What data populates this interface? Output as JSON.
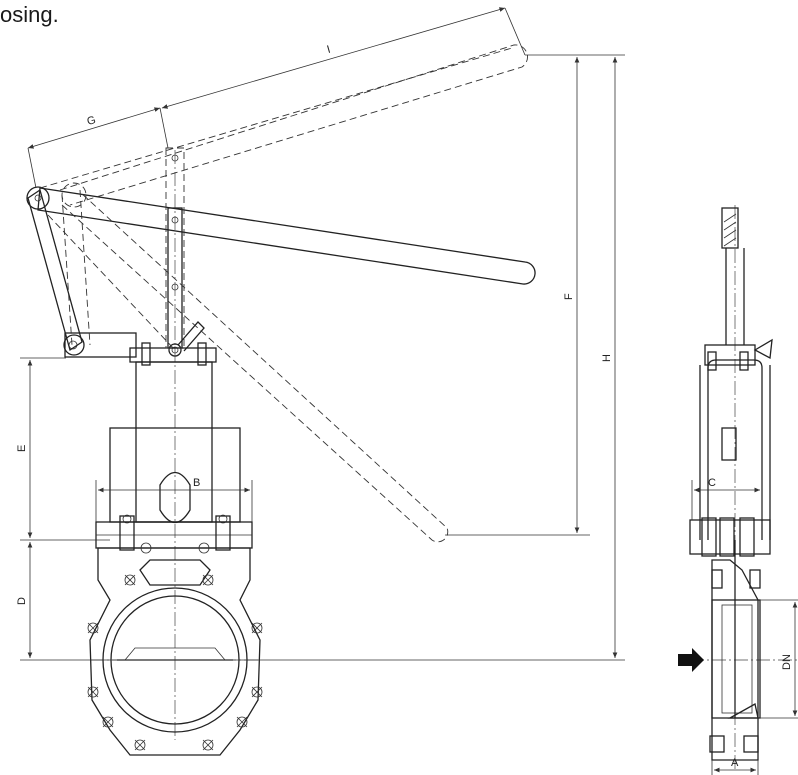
{
  "caption": "osing.",
  "labels": {
    "I": "I",
    "G": "G",
    "F": "F",
    "H": "H",
    "E": "E",
    "B": "B",
    "D": "D",
    "C": "C",
    "DN": "DN",
    "A": "A"
  }
}
